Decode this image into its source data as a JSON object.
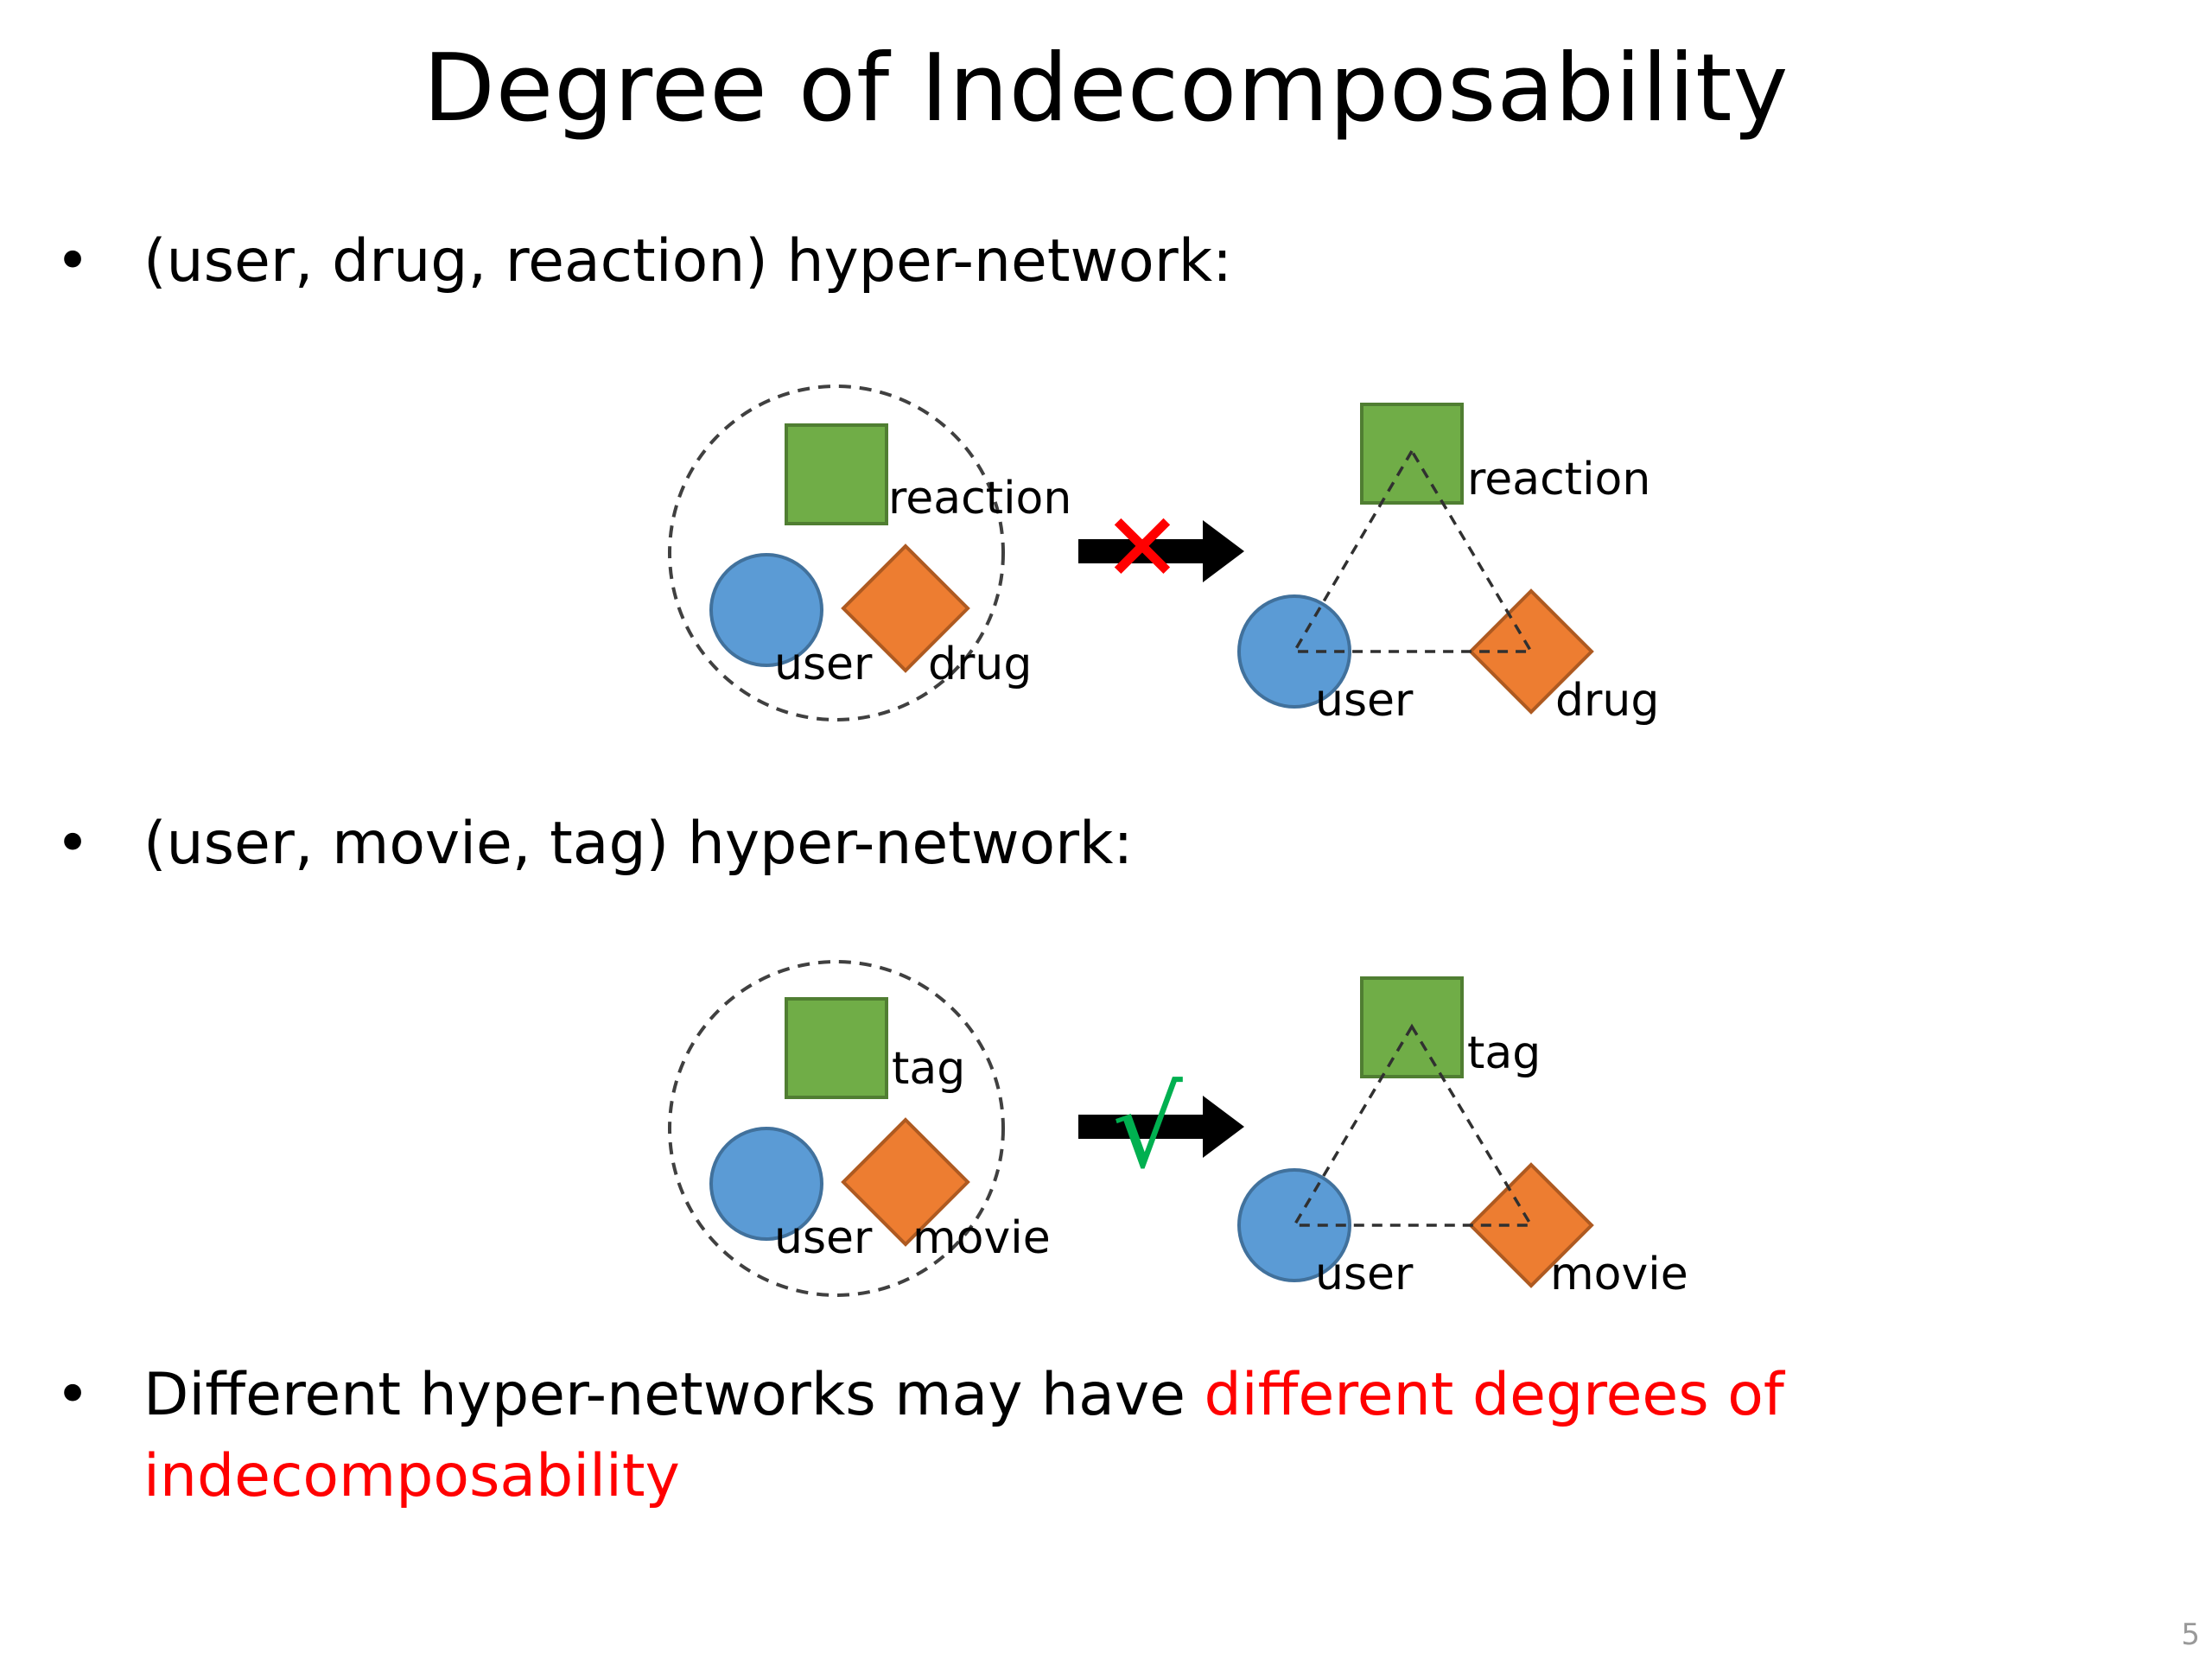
{
  "slide": {
    "title": "Degree of Indecomposability",
    "page_number": "5"
  },
  "bullets": [
    {
      "marker": "•",
      "text": "(user, drug, reaction) hyper-network:"
    },
    {
      "marker": "•",
      "text": "(user, movie, tag) hyper-network:"
    },
    {
      "marker": "•",
      "text_plain": "Different hyper-networks may have ",
      "text_highlight_1": "different degrees of",
      "text_highlight_2": "indecomposability"
    }
  ],
  "diagram1": {
    "left_labels": {
      "square": "reaction",
      "circle": "user",
      "diamond": "drug"
    },
    "right_labels": {
      "square": "reaction",
      "circle": "user",
      "diamond": "drug"
    },
    "mark": "✕",
    "mark_color": "#ff0000"
  },
  "diagram2": {
    "left_labels": {
      "square": "tag",
      "circle": "user",
      "diamond": "movie"
    },
    "right_labels": {
      "square": "tag",
      "circle": "user",
      "diamond": "movie"
    },
    "mark": "√",
    "mark_color": "#00b050"
  },
  "colors": {
    "square_fill": "#70ad47",
    "square_stroke": "#507e32",
    "circle_fill": "#5b9bd5",
    "circle_stroke": "#41719c",
    "diamond_fill": "#ed7d31",
    "diamond_stroke": "#ae5a21",
    "highlight_text": "#ff0000"
  }
}
